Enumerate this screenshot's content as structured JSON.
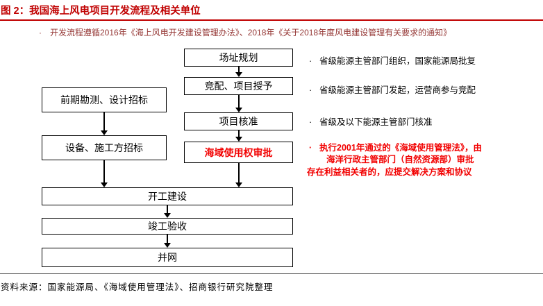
{
  "page": {
    "title": "图 2：我国海上风电项目开发流程及相关单位",
    "note_bullet": "·",
    "note": "开发流程遵循2016年《海上风电开发建设管理办法》、2018年《关于2018年度风电建设管理有关要求的通知》",
    "source": "资料来源：国家能源局、《海域使用管理法》、招商银行研究院整理"
  },
  "flow": {
    "site_planning": "场址规划",
    "competition": "竞配、项目授予",
    "approval": "项目核准",
    "sea_area": "海域使用权审批",
    "survey_bidding": "前期勘测、设计招标",
    "equipment_bidding": "设备、施工方招标",
    "construction": "开工建设",
    "acceptance": "竣工验收",
    "grid": "并网"
  },
  "annotations": {
    "bullet": "·",
    "a1": "省级能源主管部门组织，国家能源局批复",
    "a2": "省级能源主管部门发起，运营商参与竞配",
    "a3": "省级及以下能源主管部门核准",
    "a4_line1": "执行2001年通过的《海域使用管理法》，由",
    "a4_line2": "海洋行政主管部门（自然资源部）审批",
    "a4_line3": "存在利益相关者的，应提交解决方案和协议"
  },
  "colors": {
    "title_red": "#C00000",
    "note_red": "#953735",
    "highlight_red": "#F20000",
    "line_black": "#000000"
  }
}
